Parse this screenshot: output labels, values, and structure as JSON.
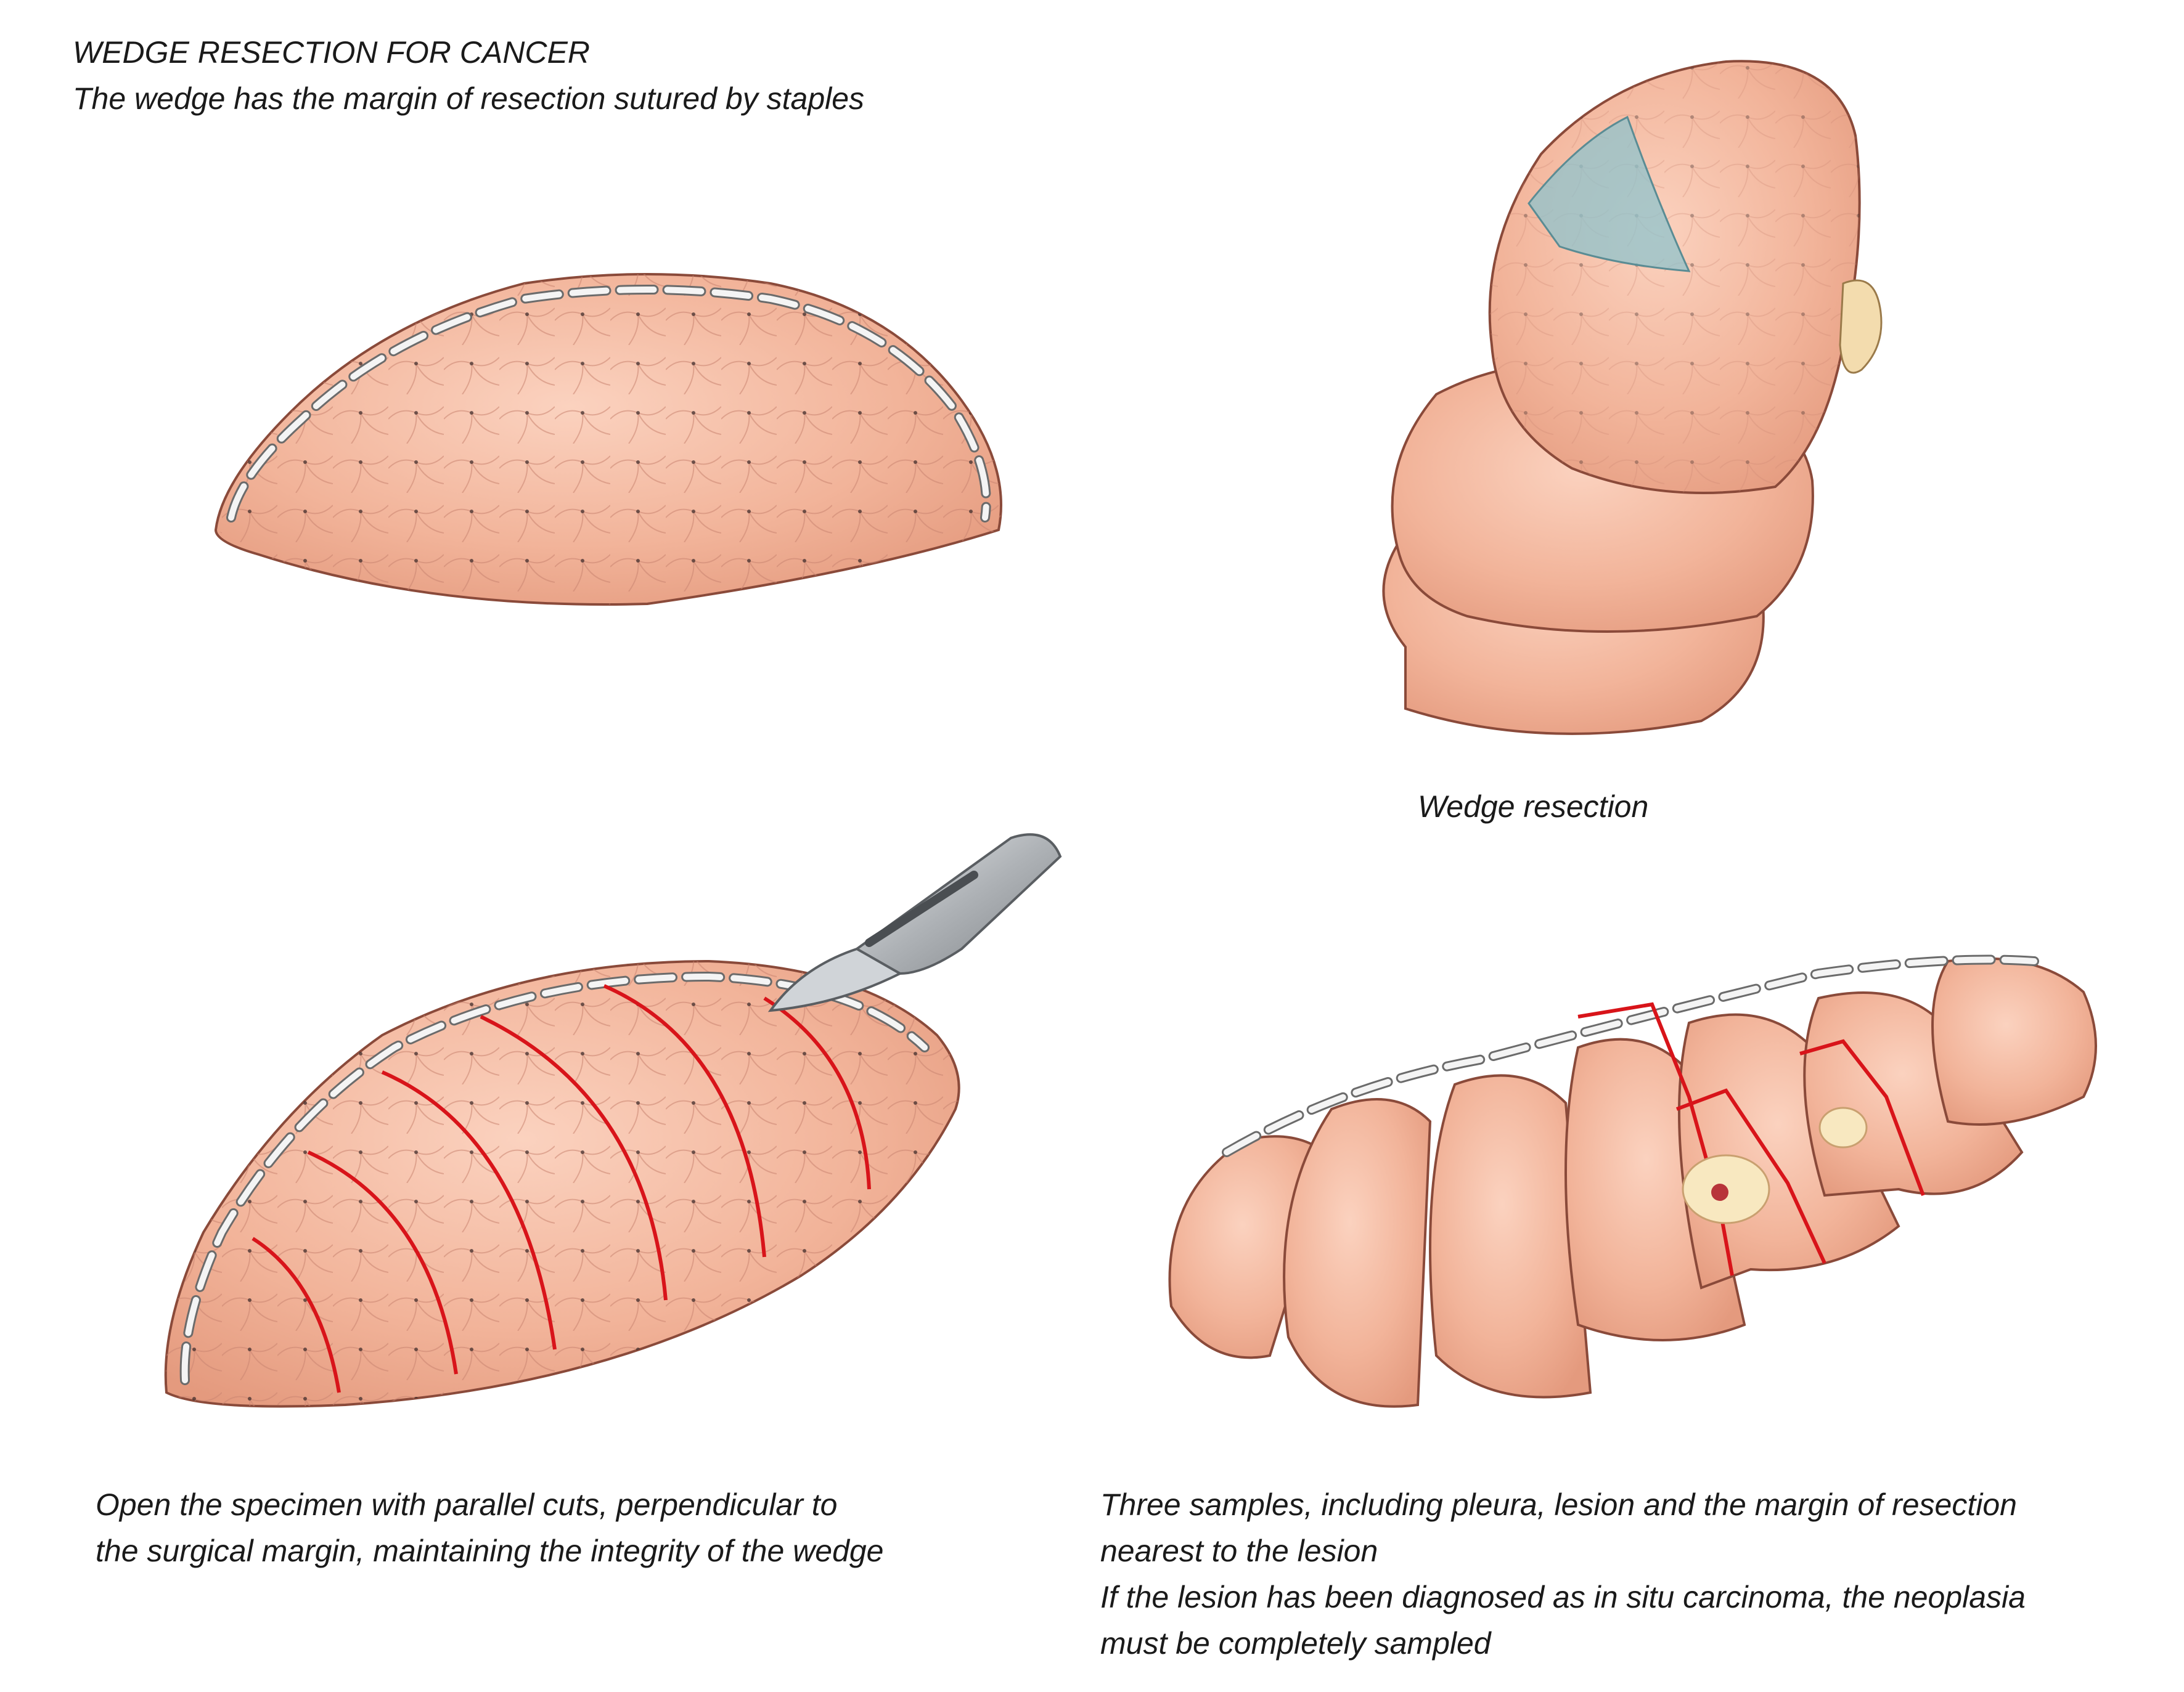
{
  "title": "WEDGE RESECTION FOR CANCER",
  "subtitle": "The wedge has the margin of resection sutured by staples",
  "captions": {
    "wedge_resection": "Wedge resection",
    "open_specimen": [
      "Open the specimen with parallel cuts, perpendicular to",
      "the surgical margin, maintaining the integrity of the wedge"
    ],
    "three_samples": [
      "Three samples, including pleura, lesion and the margin of resection",
      "nearest to the lesion",
      "If the lesion has been diagnosed as in situ carcinoma, the neoplasia",
      "must be completely sampled"
    ]
  },
  "colors": {
    "tissue": "#f2b49a",
    "tissue_outline": "#8a4a3a",
    "staple": "#f4f4f4",
    "cut_line": "#d8141a",
    "wedge_highlight": "#8fc3cc",
    "blade": "#b8bcc0"
  }
}
